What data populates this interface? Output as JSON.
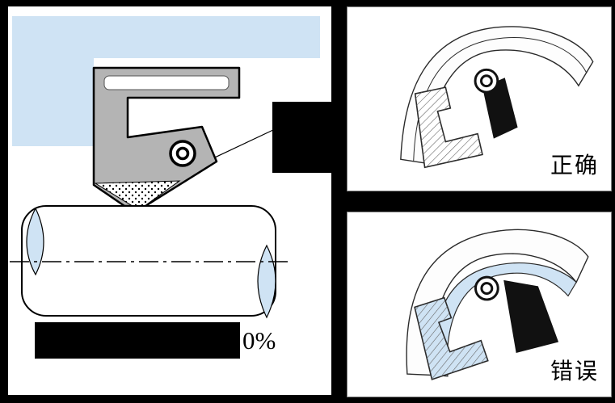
{
  "left_panel": {
    "caption_tail": "0%"
  },
  "figures": {
    "correct_label": "正确",
    "wrong_label": "错误"
  },
  "colors": {
    "background": "#000000",
    "panel": "#ffffff",
    "housing_blue": "#cfe3f4",
    "seal_gray": "#b4b4b4",
    "outline": "#000000",
    "frame": "#818181",
    "redaction": "#000000"
  }
}
